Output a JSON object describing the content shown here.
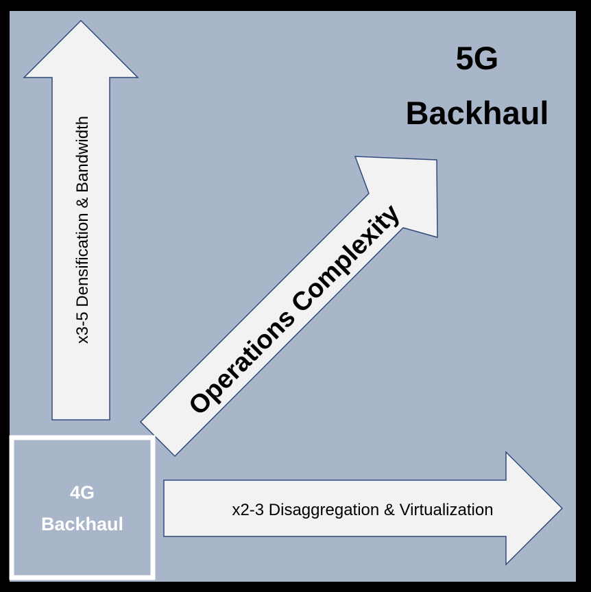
{
  "diagram": {
    "target_title_line1": "5G",
    "target_title_line2": "Backhaul",
    "origin_label_line1": "4G",
    "origin_label_line2": "Backhaul",
    "vertical_arrow_label": "x3-5 Densification & Bandwidth",
    "horizontal_arrow_label": "x2-3 Disaggregation & Virtualization",
    "diagonal_arrow_label": "Operations Complexity"
  },
  "colors": {
    "frame": "#000000",
    "panel": "#a9b5c9",
    "arrow_fill": "#f2f2f2",
    "arrow_stroke": "#2f4a7a",
    "origin_border": "#ffffff",
    "origin_text": "#ffffff",
    "text_dark": "#000000"
  }
}
